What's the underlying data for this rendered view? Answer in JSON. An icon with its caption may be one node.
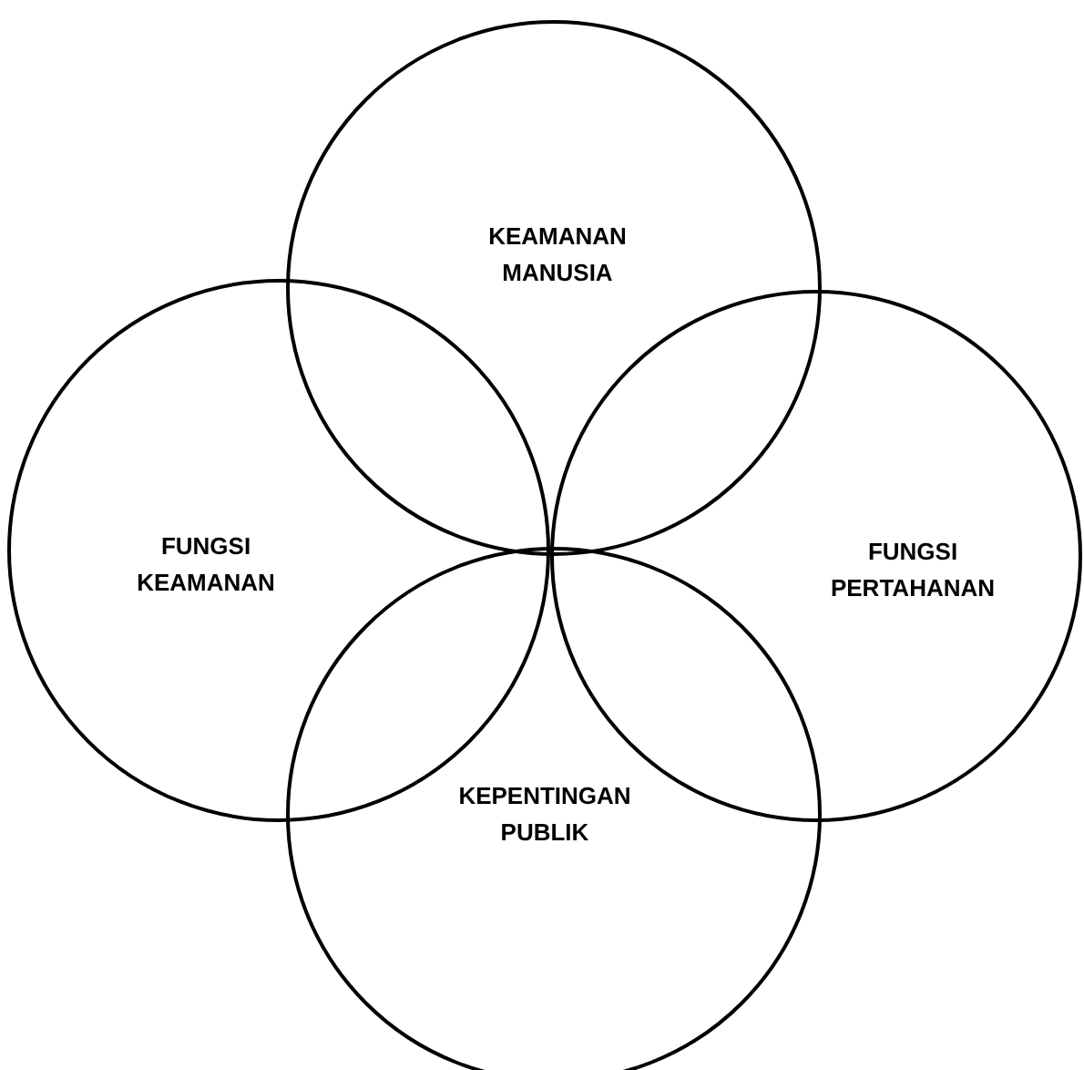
{
  "diagram": {
    "nodes": [
      {
        "text": [
          "KEAMANAN MANUSIA"
        ]
      },
      {
        "text": [
          "FUNGSI KEAMANAN"
        ]
      },
      {
        "text": [
          "FUNGSI PERTAHANAN"
        ]
      },
      {
        "text": [
          "KEPENTINGAN PUBLIK"
        ]
      }
    ]
  }
}
